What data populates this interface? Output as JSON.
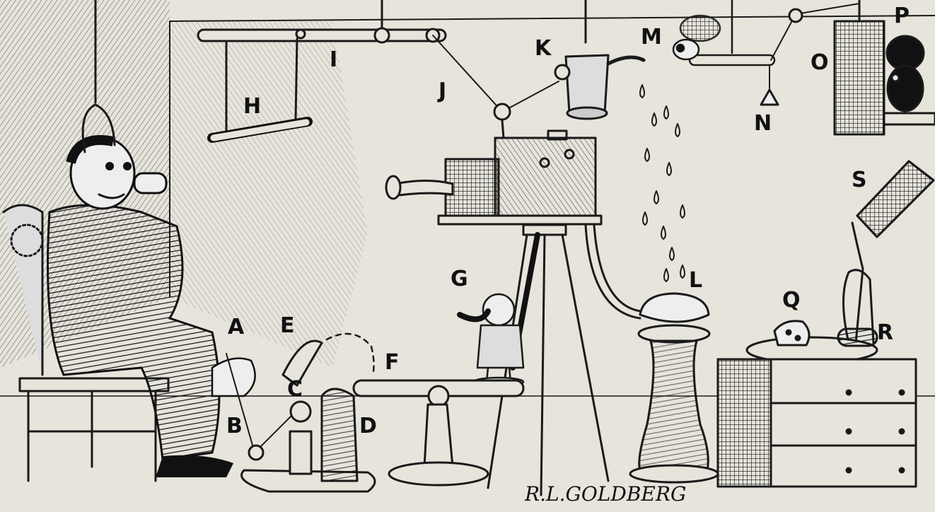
{
  "diagram": {
    "labels": {
      "A": "A",
      "B": "B",
      "C": "C",
      "D": "D",
      "E": "E",
      "F": "F",
      "G": "G",
      "H": "H",
      "I": "I",
      "J": "J",
      "K": "K",
      "L": "L",
      "M": "M",
      "N": "N",
      "O": "O",
      "P": "P",
      "Q": "Q",
      "R": "R",
      "S": "S"
    },
    "signature": "R.L.GOLDBERG"
  },
  "colors": {
    "paper": "#e6e4db",
    "ink": "#1a1a1a"
  }
}
